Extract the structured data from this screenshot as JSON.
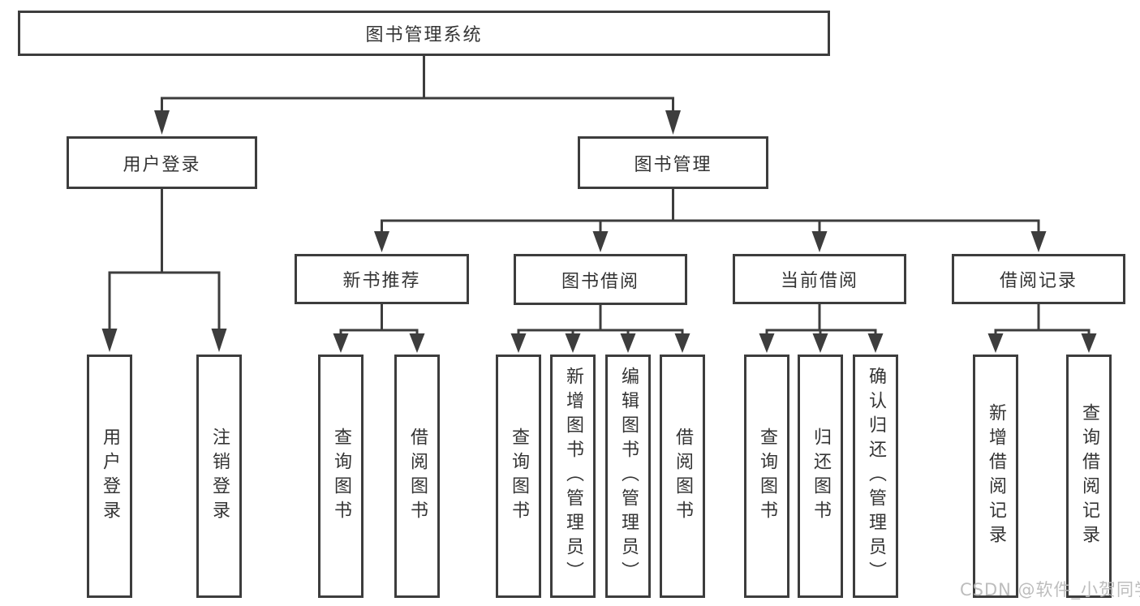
{
  "nodes": {
    "root": {
      "id": "library-management-system",
      "label": "图书管理系统"
    },
    "level2": [
      {
        "id": "user-login",
        "label": "用户登录"
      },
      {
        "id": "book-management",
        "label": "图书管理"
      }
    ],
    "level3": [
      {
        "id": "new-book-recommend",
        "label": "新书推荐",
        "parent": "book-management"
      },
      {
        "id": "book-borrowing",
        "label": "图书借阅",
        "parent": "book-management"
      },
      {
        "id": "current-borrowing",
        "label": "当前借阅",
        "parent": "book-management"
      },
      {
        "id": "borrowing-records",
        "label": "借阅记录",
        "parent": "book-management"
      }
    ],
    "leaves": [
      {
        "id": "user-login-op",
        "label": "用户登录",
        "parent": "user-login"
      },
      {
        "id": "logout",
        "label": "注销登录",
        "parent": "user-login"
      },
      {
        "id": "query-books-recommend",
        "label": "查询图书",
        "parent": "new-book-recommend"
      },
      {
        "id": "borrow-books-recommend",
        "label": "借阅图书",
        "parent": "new-book-recommend"
      },
      {
        "id": "query-books-borrowing",
        "label": "查询图书",
        "parent": "book-borrowing"
      },
      {
        "id": "add-books-admin",
        "label": "新增图书（管理员）",
        "parent": "book-borrowing"
      },
      {
        "id": "edit-books-admin",
        "label": "编辑图书（管理员）",
        "parent": "book-borrowing"
      },
      {
        "id": "borrow-books-borrowing",
        "label": "借阅图书",
        "parent": "book-borrowing"
      },
      {
        "id": "query-books-current",
        "label": "查询图书",
        "parent": "current-borrowing"
      },
      {
        "id": "return-books",
        "label": "归还图书",
        "parent": "current-borrowing"
      },
      {
        "id": "confirm-return-admin",
        "label": "确认归还（管理员）",
        "parent": "current-borrowing"
      },
      {
        "id": "add-borrow-record",
        "label": "新增借阅记录",
        "parent": "borrowing-records"
      },
      {
        "id": "query-borrow-record",
        "label": "查询借阅记录",
        "parent": "borrowing-records"
      }
    ]
  },
  "watermark": {
    "text": "CSDN @软件_小贺同学"
  },
  "colors": {
    "line": "#3d3d3d",
    "text": "#343434",
    "box_background": "#ffffff",
    "page_background": "#ffffff",
    "watermark": "#b9b9b9"
  }
}
